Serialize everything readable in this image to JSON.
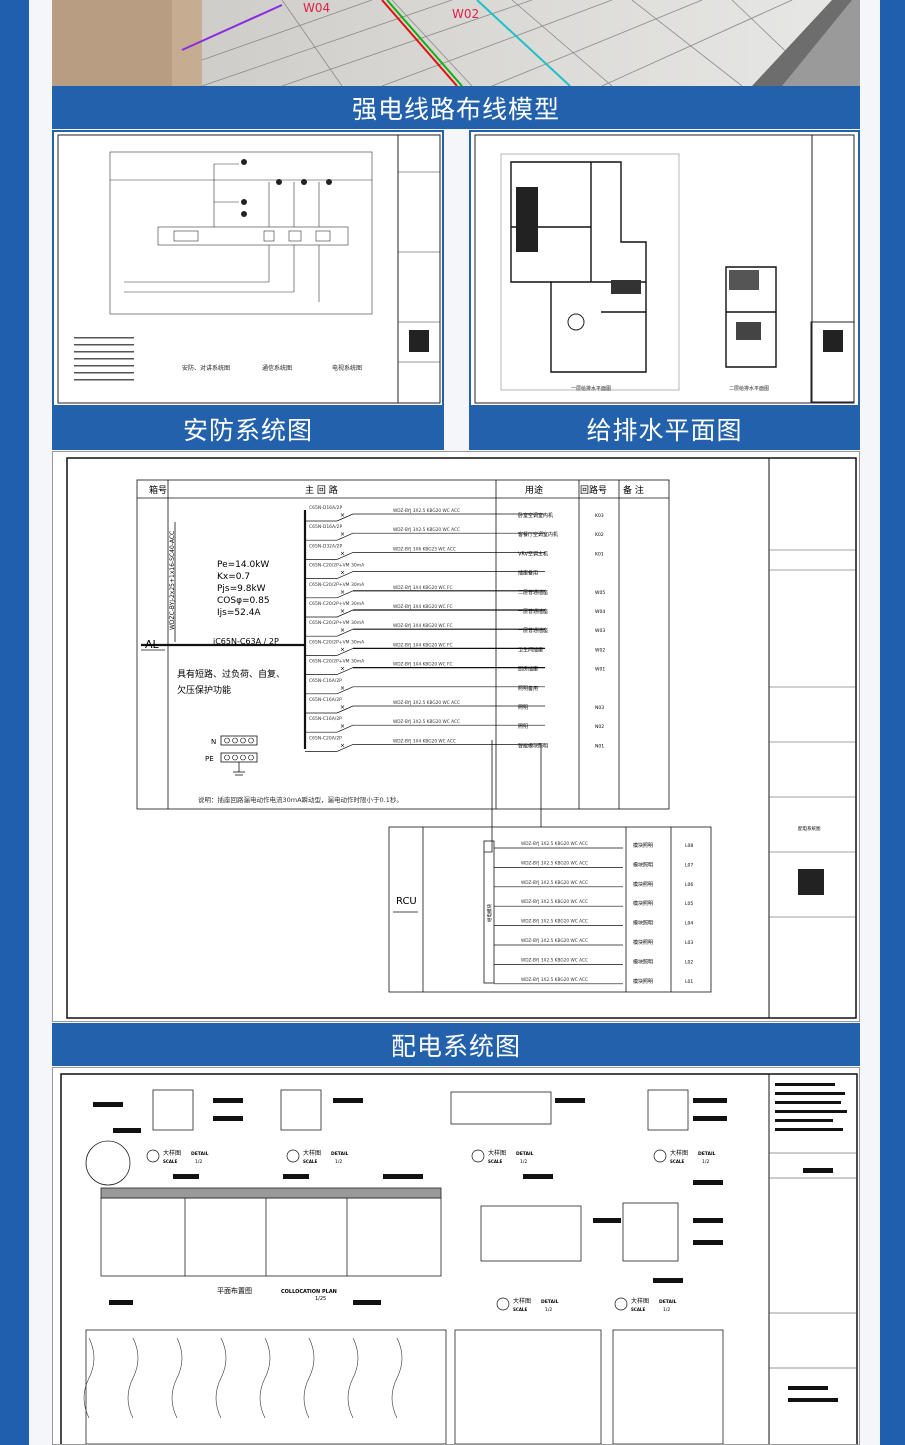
{
  "captions": {
    "wiring_model": "强电线路布线模型",
    "security": "安防系统图",
    "plumbing": "给排水平面图",
    "distribution": "配电系统图"
  },
  "wiring_labels": {
    "w04": "W04",
    "w02": "W02"
  },
  "security_titles": [
    "安防、对讲系统图",
    "通信系统图",
    "电视系统图"
  ],
  "plumbing_titles": [
    "一层给排水平面图",
    "二层给排水平面图"
  ],
  "distribution": {
    "headers": {
      "box": "箱号",
      "main": "主 回 路",
      "use": "用途",
      "circuit": "回路号",
      "note": "备 注"
    },
    "box_name": "AL",
    "incoming_cable": "WDZC-BYJ-2x25+1x16-SC40-ACC",
    "main_breaker": "iC65N-C63A / 2P",
    "params": [
      "Pe=14.0kW",
      "Kx=0.7",
      "Pjs=9.8kW",
      "COSφ=0.85",
      "Ijs=52.4A"
    ],
    "protection": [
      "具有短路、过负荷、自复、",
      "欠压保护功能"
    ],
    "terminals": {
      "n": "N",
      "pe": "PE"
    },
    "note": "说明：插座回路漏电动作电流30mA瞬动型，漏电动作时限小于0.1秒。",
    "rows": [
      {
        "breaker": "C65N-D16A/2P",
        "cable": "WDZ-BYJ 3X2.5 KBG20 WC ACC",
        "use": "卧室空调室内机",
        "code": "K03"
      },
      {
        "breaker": "C65N-D16A/2P",
        "cable": "WDZ-BYJ 3X2.5 KBG20 WC ACC",
        "use": "客餐厅空调室内机",
        "code": "K02"
      },
      {
        "breaker": "C65N-D32A/2P",
        "cable": "WDZ-BYJ 3X6 KBG25 WC ACC",
        "use": "VRV空调主机",
        "code": "K01"
      },
      {
        "breaker": "C65N-C20/2P+VM 30mA",
        "cable": "",
        "use": "插座备用",
        "code": ""
      },
      {
        "breaker": "C65N-C20/2P+VM 30mA",
        "cable": "WDZ-BYJ 3X4 KBG20 WC FC",
        "use": "二层普通插座",
        "code": "W05"
      },
      {
        "breaker": "C65N-C20/2P+VM 30mA",
        "cable": "WDZ-BYJ 3X4 KBG20 WC FC",
        "use": "一层普通插座",
        "code": "W04"
      },
      {
        "breaker": "C65N-C20/2P+VM 30mA",
        "cable": "WDZ-BYJ 3X4 KBG20 WC FC",
        "use": "一层普通插座",
        "code": "W03"
      },
      {
        "breaker": "C65N-C20/2P+VM 30mA",
        "cable": "WDZ-BYJ 3X4 KBG20 WC FC",
        "use": "卫生间插座",
        "code": "W02"
      },
      {
        "breaker": "C65N-C20/2P+VM 30mA",
        "cable": "WDZ-BYJ 3X4 KBG20 WC FC",
        "use": "厨房插座",
        "code": "W01"
      },
      {
        "breaker": "C65N-C16A/2P",
        "cable": "",
        "use": "照明备用",
        "code": ""
      },
      {
        "breaker": "C65N-C16A/2P",
        "cable": "WDZ-BYJ 3X2.5 KBG20 WC ACC",
        "use": "照明",
        "code": "N03"
      },
      {
        "breaker": "C65N-C16A/2P",
        "cable": "WDZ-BYJ 3X2.5 KBG20 WC ACC",
        "use": "照明",
        "code": "N02"
      },
      {
        "breaker": "C65N-C20A/2P",
        "cable": "WDZ-BYJ 3X4 KBG20 WC ACC",
        "use": "智能模块照明",
        "code": "N01"
      }
    ],
    "rcu": {
      "name": "RCU",
      "module": "继电模块",
      "rows": [
        {
          "cable": "WDZ-BYJ 3X2.5 KBG20 WC ACC",
          "use": "模块照明",
          "code": "L08"
        },
        {
          "cable": "WDZ-BYJ 3X2.5 KBG20 WC ACC",
          "use": "模块照明",
          "code": "L07"
        },
        {
          "cable": "WDZ-BYJ 3X2.5 KBG20 WC ACC",
          "use": "模块照明",
          "code": "L06"
        },
        {
          "cable": "WDZ-BYJ 3X2.5 KBG20 WC ACC",
          "use": "模块照明",
          "code": "L05"
        },
        {
          "cable": "WDZ-BYJ 3X2.5 KBG20 WC ACC",
          "use": "模块照明",
          "code": "L04"
        },
        {
          "cable": "WDZ-BYJ 3X2.5 KBG20 WC ACC",
          "use": "模块照明",
          "code": "L03"
        },
        {
          "cable": "WDZ-BYJ 3X2.5 KBG20 WC ACC",
          "use": "模块照明",
          "code": "L02"
        },
        {
          "cable": "WDZ-BYJ 3X2.5 KBG20 WC ACC",
          "use": "模块照明",
          "code": "L01"
        }
      ]
    },
    "title_block": {
      "drawing_title": "配电系统图"
    }
  },
  "detail": {
    "detail_label": "大样图",
    "detail_en": "DETAIL",
    "scale": "SCALE",
    "scale_val": "1/2",
    "plan_label": "平面布置图",
    "plan_en": "COLLOCATION PLAN",
    "plan_scale": "1/25"
  }
}
